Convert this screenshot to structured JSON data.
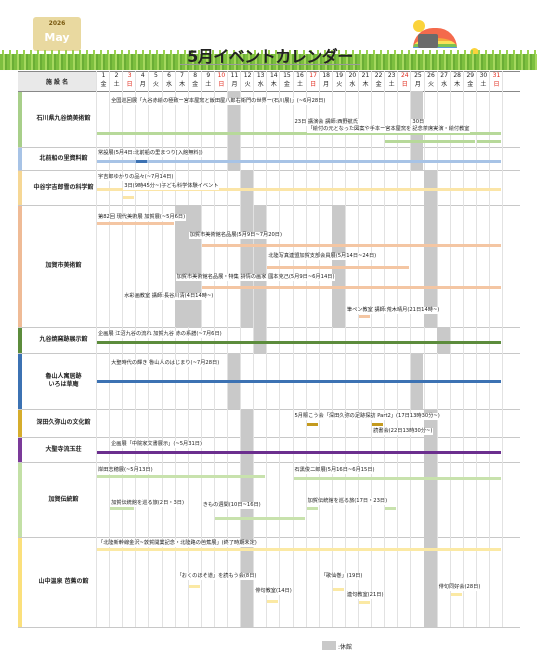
{
  "header": {
    "year": "2026",
    "month": "May",
    "title": "5月イベントカレンダー"
  },
  "table": {
    "facility_header": "施 設 名",
    "days": [
      "1",
      "2",
      "3",
      "4",
      "5",
      "6",
      "7",
      "8",
      "9",
      "10",
      "11",
      "12",
      "13",
      "14",
      "15",
      "16",
      "17",
      "18",
      "19",
      "20",
      "21",
      "22",
      "23",
      "24",
      "25",
      "26",
      "27",
      "28",
      "29",
      "30",
      "31"
    ],
    "weekdays": [
      "金",
      "土",
      "日",
      "月",
      "火",
      "水",
      "木",
      "金",
      "土",
      "日",
      "月",
      "火",
      "水",
      "木",
      "金",
      "土",
      "日",
      "月",
      "火",
      "水",
      "木",
      "金",
      "土",
      "日",
      "月",
      "火",
      "水",
      "木",
      "金",
      "土",
      "日"
    ]
  },
  "facilities": [
    {
      "name": "石川県九谷焼美術館"
    },
    {
      "name": "北前船の里資料館"
    },
    {
      "name": "中谷宇吉郎雪の科学館"
    },
    {
      "name": "加賀市美術館"
    },
    {
      "name": "九谷焼窯跡展示館"
    },
    {
      "name": "魯山人寓居跡\nいろは草庵"
    },
    {
      "name": "深田久弥山の文化館"
    },
    {
      "name": "大聖寺流玉荘"
    },
    {
      "name": "加賀伝統館"
    },
    {
      "name": "山中温泉 芭蕉の館"
    }
  ],
  "events": [
    "全国巡回展「九谷赤絵の極致ー宮本屋窯と飯田屋八郎右衛門の世界ー(石川展)」(~6月28日)",
    "23日 講演会 講師:西野航氏",
    "「絵付の元となった図案や手本ー宮本屋窯を中心にー」",
    "30日",
    "記念茶席実演・絵付教室",
    "常設展(5月4日:北前船の里まつり[入館無料])",
    "宇吉郎ゆかりの品々(~7月14日)",
    "3日(9時45分~)子ども科学体験イベント",
    "第82回 現代美術展 加賀展(~5月6日)",
    "加賀市美術館名品展(5月9日~7月20日)",
    "北陸写真連盟加賀支部会員展(5月14日~24日)",
    "加賀市美術館名品展・特集 詩情の画家 國本克己(5月9日~6月14日)",
    "水彩画教室 講師:長谷川清(4日14時~)",
    "筆ペン教室 講師:荒木晴月(21日14時~)",
    "企画展 江沼九谷の流れ 加賀九谷 赤の系譜(~7月6日)",
    "大聖時代の輝き 魯山人のはじまり(~7月28日)",
    "5月賑こう会「深田久弥の足跡探訪 Part2」(17日13時30分~)",
    "読書会(22日13時30分~)",
    "企画展「中院家文書展示」(~5月31日)",
    "岸田志穂展(~5月13日)",
    "石黒俊二郎展(5月16日~6月15日)",
    "加賀伝統館を巡る旅(2日・3日)",
    "きもの週間(10日~16日)",
    "加賀伝統館を巡る旅(17日・23日)",
    "「北陸新幹線金沢~敦賀開業記念・北陸路の芭蕉展」(終了時期未定)",
    "「おくのほそ道」を読もう会(8日)",
    "俳句教室(14日)",
    "「歌仙巻」(19日)",
    "連句教室(21日)",
    "俳句同好会(28日)"
  ],
  "legend": {
    "label": ":休館"
  },
  "colors": {
    "facility_stripes": [
      "#a8cf8a",
      "#a7c3e6",
      "#f6d795",
      "#efbb96",
      "#5c8c3c",
      "#3c72b3",
      "#d6ad2c",
      "#7b3a99",
      "#c3e0a6",
      "#fbe07c"
    ],
    "bars": [
      "#b7d99a",
      "#a7c3e6",
      "#fbe5a7",
      "#f4c6a3",
      "#5c8c3c",
      "#3c72b3",
      "#c49a1e",
      "#6b2e8e",
      "#c8e2ad",
      "#fbe9a4"
    ],
    "closed": "#c9c9c9",
    "sunday": "#e1281a"
  }
}
